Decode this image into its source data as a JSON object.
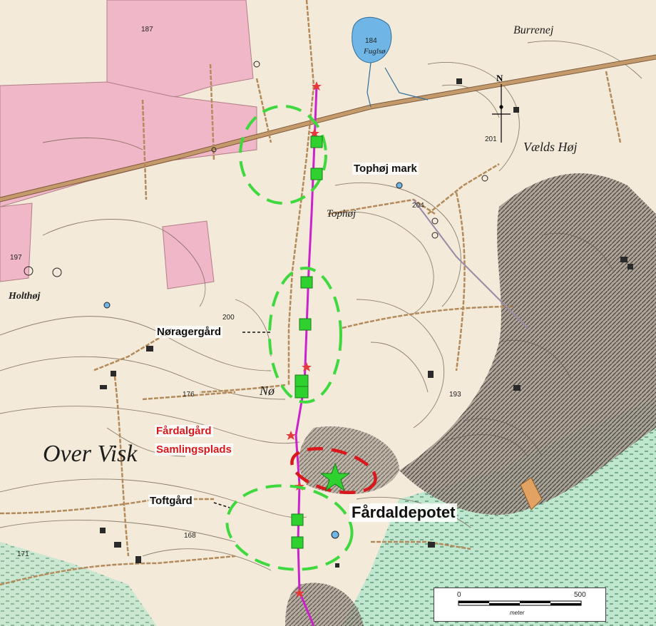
{
  "map": {
    "areas": [
      {
        "id": "tophoj",
        "label": "Tophøj mark",
        "color": "#3fd93f"
      },
      {
        "id": "noragergard",
        "label": "Nøragergård",
        "color": "#3fd93f"
      },
      {
        "id": "fardalgard",
        "label_line1": "Fårdalgård",
        "label_line2": "Samlingsplads",
        "color": "#d8181c"
      },
      {
        "id": "toftgard",
        "label": "Toftgård",
        "color": "#3fd93f"
      }
    ],
    "depot_label": "Fårdaldepotet",
    "place_names": {
      "over_visk": "Over Visk",
      "tophoj": "Tophøj",
      "holthoj": "Holthøj",
      "vaelds_hoj": "Vælds Høj",
      "burrenej": "Burrenej",
      "fuglsoe": "Fuglsø",
      "norager_short": "Nø"
    },
    "elevations": [
      "187",
      "184",
      "201",
      "204",
      "197",
      "200",
      "176",
      "171",
      "168",
      "193"
    ],
    "north_label": "N",
    "scale": {
      "start": "0",
      "end": "500",
      "unit": "meter"
    },
    "colors": {
      "route": "#cc22cc",
      "marker": "#2fd12f",
      "depot_star": "#2fd12f",
      "road": "#c59a6a",
      "contour": "#6b5b4a",
      "field_pink": "#efb7c8",
      "water": "#6fb6e6",
      "meadow": "#bfe6cf"
    }
  }
}
